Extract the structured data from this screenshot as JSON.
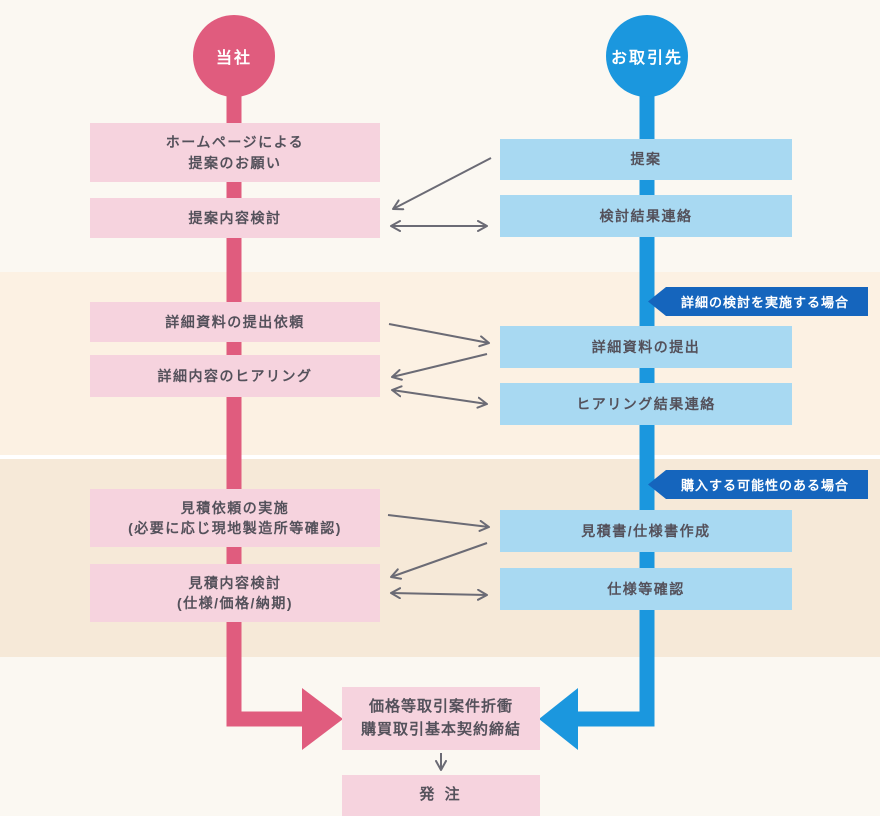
{
  "colors": {
    "company_accent": "#e05c7e",
    "partner_accent": "#1b97de",
    "company_box": "#f6d3de",
    "partner_box": "#a8d9f2",
    "badge_bg": "#1565bd",
    "text": "#54515b",
    "arrow_gray": "#6b6b75",
    "band_cream_upper": "#fcf1e3",
    "band_cream_lower": "#f6e9d8",
    "background": "#fbf8f2"
  },
  "actors": {
    "company": "当社",
    "partner": "お取引先"
  },
  "company_steps": [
    {
      "line1": "ホームページによる",
      "line2": "提案のお願い"
    },
    {
      "line1": "提案内容検討",
      "line2": ""
    },
    {
      "line1": "詳細資料の提出依頼",
      "line2": ""
    },
    {
      "line1": "詳細内容のヒアリング",
      "line2": ""
    },
    {
      "line1": "見積依頼の実施",
      "line2": "(必要に応じ現地製造所等確認)"
    },
    {
      "line1": "見積内容検討",
      "line2": "(仕様/価格/納期)"
    }
  ],
  "partner_steps": [
    {
      "line1": "提案"
    },
    {
      "line1": "検討結果連絡"
    },
    {
      "line1": "詳細資料の提出"
    },
    {
      "line1": "ヒアリング結果連絡"
    },
    {
      "line1": "見積書/仕様書作成"
    },
    {
      "line1": "仕様等確認"
    }
  ],
  "badges": [
    {
      "label": "詳細の検討を実施する場合"
    },
    {
      "label": "購入する可能性のある場合"
    }
  ],
  "final_steps": {
    "negotiation_line1": "価格等取引案件折衝",
    "negotiation_line2": "購買取引基本契約締結",
    "order": "発 注"
  }
}
